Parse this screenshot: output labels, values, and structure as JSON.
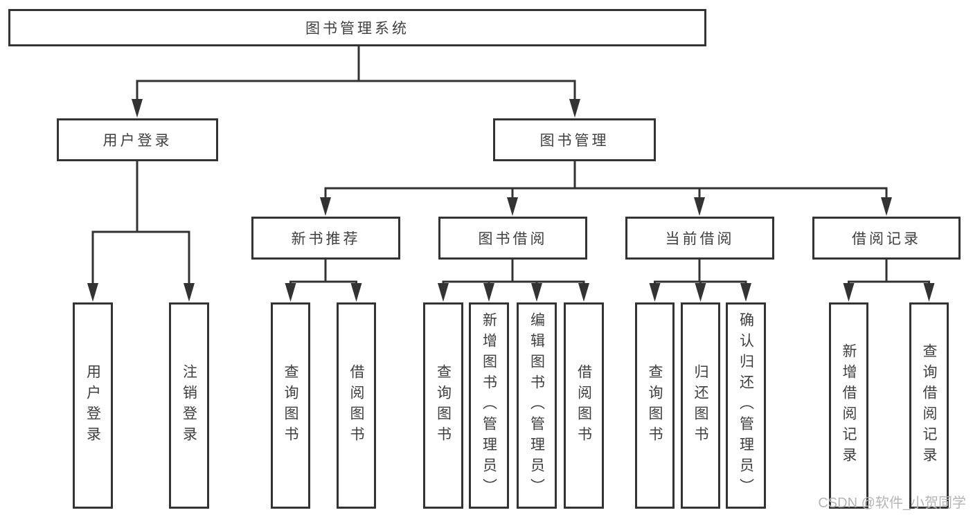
{
  "diagram": {
    "title": "图书管理系统",
    "branches": [
      {
        "label": "用户登录",
        "leaves": [
          {
            "label": "用户登录"
          },
          {
            "label": "注销登录"
          }
        ]
      },
      {
        "label": "图书管理",
        "groups": [
          {
            "label": "新书推荐",
            "leaves": [
              {
                "label": "查询图书"
              },
              {
                "label": "借阅图书"
              }
            ]
          },
          {
            "label": "图书借阅",
            "leaves": [
              {
                "label": "查询图书"
              },
              {
                "label": "新增图书（管理员）"
              },
              {
                "label": "编辑图书（管理员）"
              },
              {
                "label": "借阅图书"
              }
            ]
          },
          {
            "label": "当前借阅",
            "leaves": [
              {
                "label": "查询图书"
              },
              {
                "label": "归还图书"
              },
              {
                "label": "确认归还（管理员）"
              }
            ]
          },
          {
            "label": "借阅记录",
            "leaves": [
              {
                "label": "新增借阅记录"
              },
              {
                "label": "查询借阅记录"
              }
            ]
          }
        ]
      }
    ]
  },
  "watermark": {
    "text": "CSDN @软件_小贺同学"
  },
  "colors": {
    "line": "#333333",
    "text": "#3f3f3f",
    "watermark": "#b5b5b5",
    "background": "#ffffff"
  }
}
